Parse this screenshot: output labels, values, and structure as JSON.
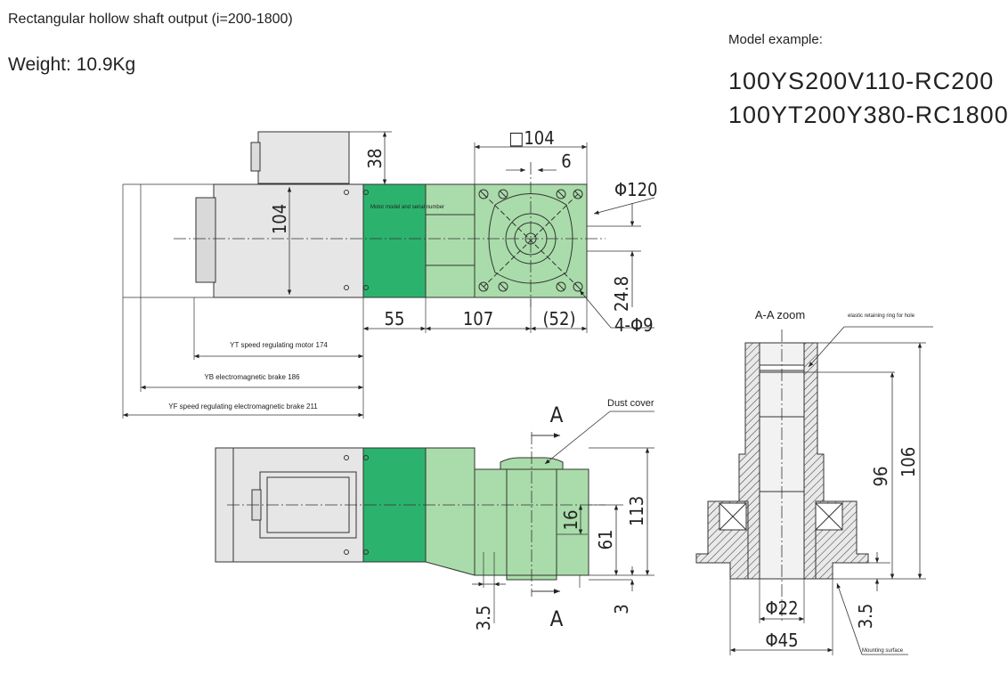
{
  "header": {
    "title": "Rectangular hollow shaft output (i=200-1800)",
    "weight": "Weight: 10.9Kg"
  },
  "model": {
    "label": "Model example:",
    "examples": [
      "100YS200V110-RC200",
      "100YT200Y380-RC1800"
    ]
  },
  "top_view": {
    "dims": {
      "motor_top": "38",
      "height": "104",
      "flange_square": "□104",
      "offset": "6",
      "flange_dia": "Φ120",
      "center_offset": "24.8",
      "holes": "4-Φ9",
      "seg1": "55",
      "seg2": "107",
      "seg3": "(52)"
    },
    "motor_lengths": [
      "YT speed regulating motor 174",
      "YB electromagnetic brake 186",
      "YF speed regulating electromagnetic brake 211"
    ],
    "tiny_label": "Motor model and serial number"
  },
  "side_view": {
    "dust_cover": "Dust cover",
    "section_mark": "A",
    "dims": {
      "d16": "16",
      "d61": "61",
      "d113": "113",
      "d3_5": "3.5",
      "d3": "3"
    }
  },
  "section_view": {
    "title": "A-A zoom",
    "ring_label": "elastic retaining ring for hole",
    "mount_label": "Mounting surface",
    "dims": {
      "d96": "96",
      "d106": "106",
      "d22": "Φ22",
      "d45": "Φ45",
      "d3_5": "3.5"
    }
  },
  "colors": {
    "dark_green": "#2bb36d",
    "light_green": "#a9dcaa",
    "motor_gray": "#e6e6e6",
    "line": "#222222"
  }
}
